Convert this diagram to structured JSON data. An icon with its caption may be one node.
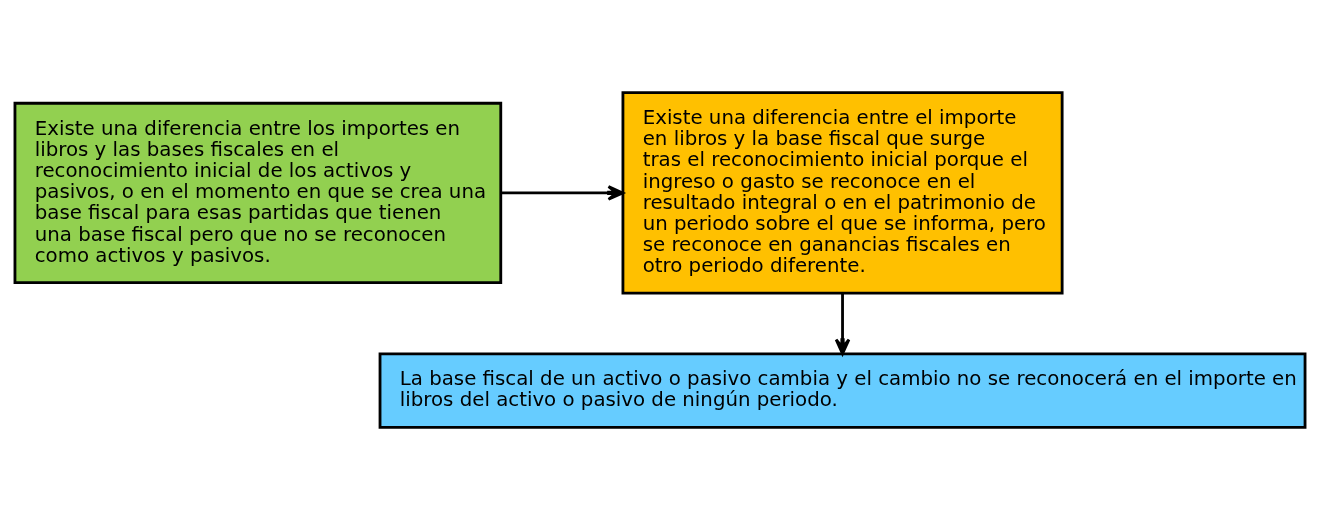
{
  "diagram": {
    "nodes": [
      {
        "text": [
          "Existe una diferencia entre los importes en libros y las bases fiscales en el reconocimiento inicial de los activos y pasivos, o en el momento en que se crea una base fiscal para esas partidas que tienen una base fiscal pero que no se reconocen como activos y pasivos."
        ]
      },
      {
        "text": [
          "Existe una diferencia entre el importe en libros y la base fiscal que surge tras el reconocimiento inicial porque el ingreso o gasto se reconoce en el resultado integral o en el patrimonio de un periodo sobre el que se informa, pero se reconoce en ganancias fiscales en otro periodo diferente."
        ]
      },
      {
        "text": [
          "La base fiscal de un activo o pasivo cambia y el cambio no se reconocerá en el importe en libros del activo o pasivo de ningún periodo."
        ]
      }
    ],
    "edges": [
      {
        "from": 0,
        "to": 1,
        "arrow": "to"
      },
      {
        "from": 1,
        "to": 2,
        "arrow": "to"
      }
    ]
  }
}
